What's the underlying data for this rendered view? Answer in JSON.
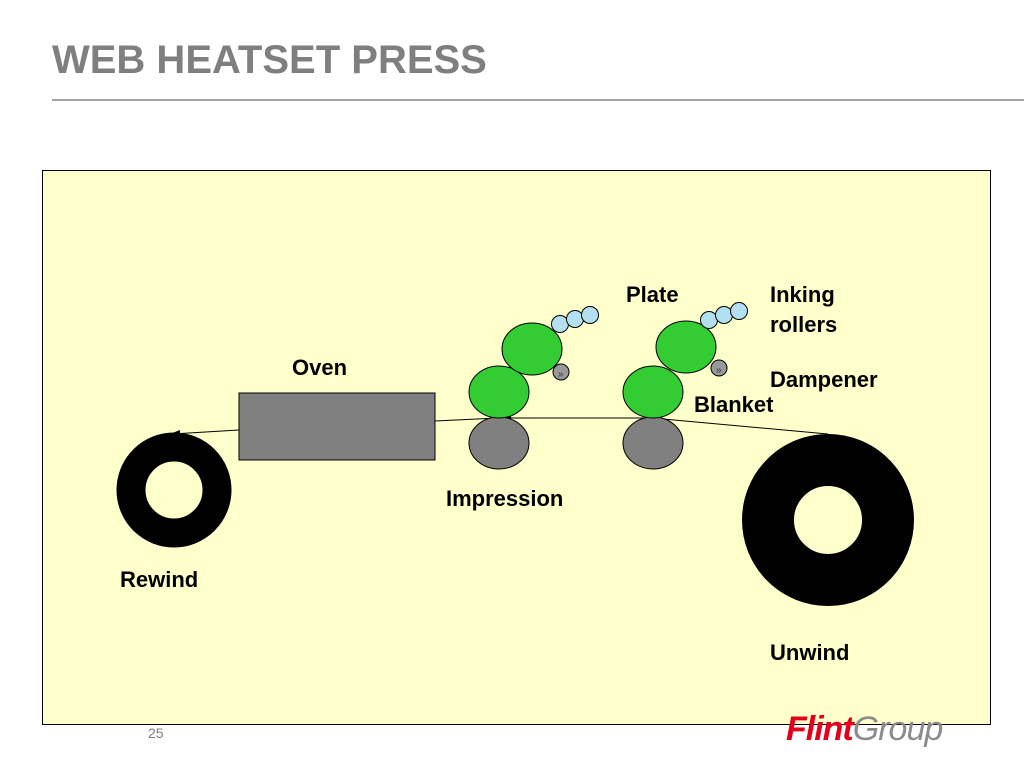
{
  "slide": {
    "title": "WEB HEATSET PRESS",
    "page_number": "25"
  },
  "logo": {
    "brand": "Flint",
    "suffix": "Group"
  },
  "labels": {
    "plate": "Plate",
    "inking_line1": "Inking",
    "inking_line2": "rollers",
    "oven": "Oven",
    "dampener": "Dampener",
    "blanket": "Blanket",
    "impression": "Impression",
    "rewind": "Rewind",
    "unwind": "Unwind"
  },
  "colors": {
    "panel_bg": "#ffffcc",
    "plate_blanket_cylinder": "#33cc33",
    "impression_cylinder": "#808080",
    "oven_fill": "#808080",
    "inking_roller": "#b3e0f0",
    "reel": "#000000",
    "logo_red": "#e3001b"
  }
}
